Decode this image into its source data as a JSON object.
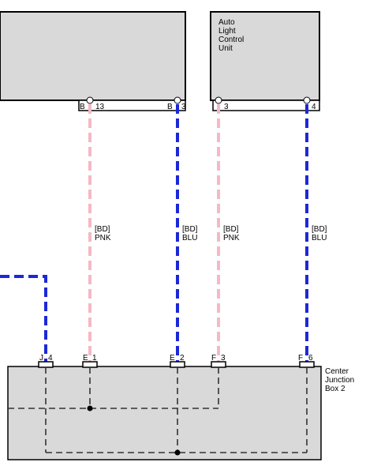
{
  "diagram": {
    "units": {
      "left_unit": {
        "label": ""
      },
      "auto_light": {
        "label_lines": [
          "Auto",
          "Light",
          "Control",
          "Unit"
        ]
      },
      "junction_box": {
        "label_lines": [
          "Center",
          "Junction",
          "Box 2"
        ]
      }
    },
    "top_pins": [
      {
        "id": "b13",
        "prefix": "B",
        "number": "13"
      },
      {
        "id": "b3",
        "prefix": "B",
        "number": "3"
      },
      {
        "id": "a3",
        "prefix": "",
        "number": "3"
      },
      {
        "id": "a4",
        "prefix": "",
        "number": "4"
      }
    ],
    "wires": [
      {
        "id": "w1",
        "spec": "[BD]",
        "color_name": "PNK",
        "stroke": "#f5b8c4"
      },
      {
        "id": "w2",
        "spec": "[BD]",
        "color_name": "BLU",
        "stroke": "#1c28d6"
      },
      {
        "id": "w3",
        "spec": "[BD]",
        "color_name": "PNK",
        "stroke": "#f5b8c4"
      },
      {
        "id": "w4",
        "spec": "[BD]",
        "color_name": "BLU",
        "stroke": "#1c28d6"
      }
    ],
    "bottom_pins": [
      {
        "id": "j4",
        "prefix": "J",
        "number": "4"
      },
      {
        "id": "e1",
        "prefix": "E",
        "number": "1"
      },
      {
        "id": "e2",
        "prefix": "E",
        "number": "2"
      },
      {
        "id": "f3",
        "prefix": "F",
        "number": "3"
      },
      {
        "id": "f6",
        "prefix": "F",
        "number": "6"
      }
    ],
    "colors": {
      "box_fill": "#d9d9d9",
      "pink_wire": "#f5b8c4",
      "blue_wire": "#1c28d6",
      "internal_line": "#333333"
    }
  }
}
